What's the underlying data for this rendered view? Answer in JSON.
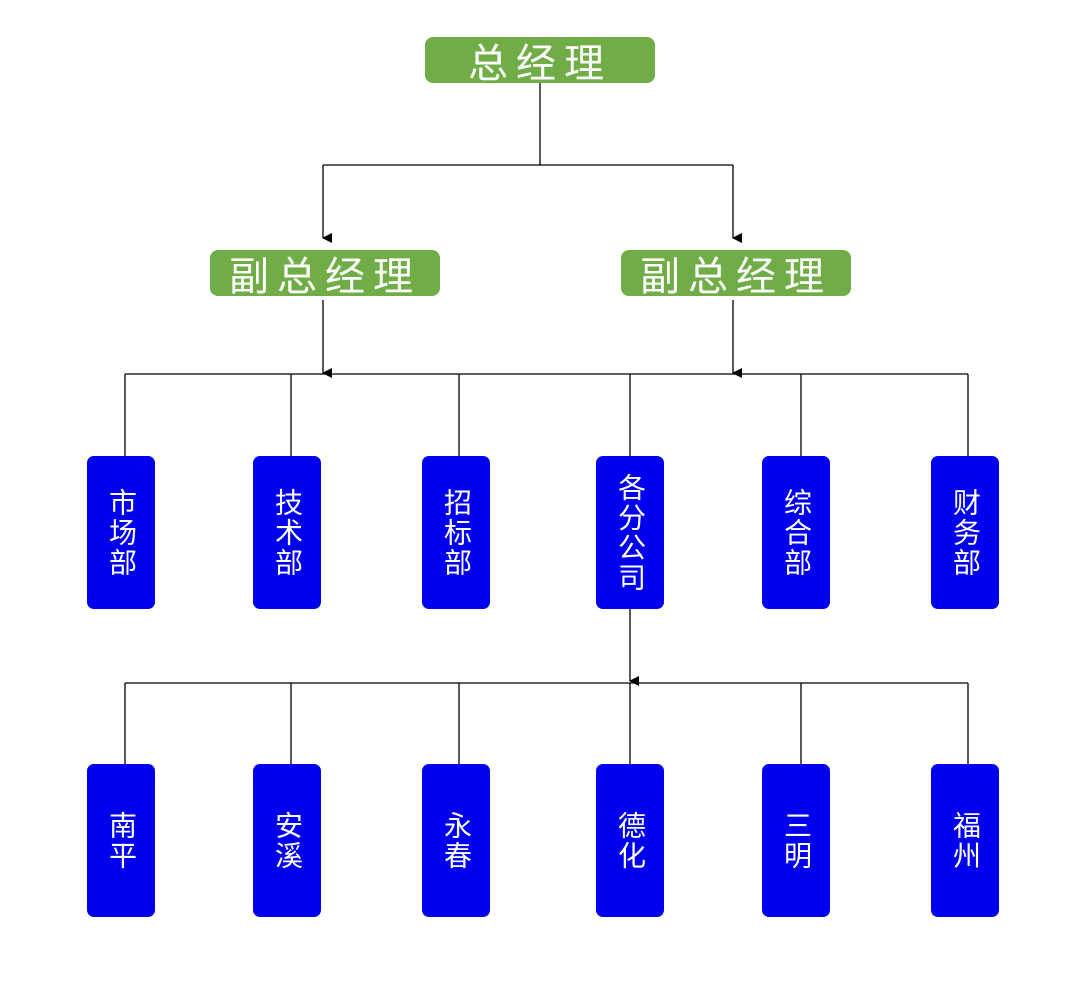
{
  "top": {
    "label": "总经理",
    "color": "#70ad47"
  },
  "deputies": [
    {
      "label": "副总经理"
    },
    {
      "label": "副总经理"
    }
  ],
  "departments": [
    {
      "label": "市场部"
    },
    {
      "label": "技术部"
    },
    {
      "label": "招标部"
    },
    {
      "label": "各分公司"
    },
    {
      "label": "综合部"
    },
    {
      "label": "财务部"
    }
  ],
  "branches": [
    {
      "label": "南平"
    },
    {
      "label": "安溪"
    },
    {
      "label": "永春"
    },
    {
      "label": "德化"
    },
    {
      "label": "三明"
    },
    {
      "label": "福州"
    }
  ],
  "colors": {
    "manager_box": "#70ad47",
    "unit_box": "#0000ee",
    "text": "#ffffff",
    "line": "#000000"
  }
}
